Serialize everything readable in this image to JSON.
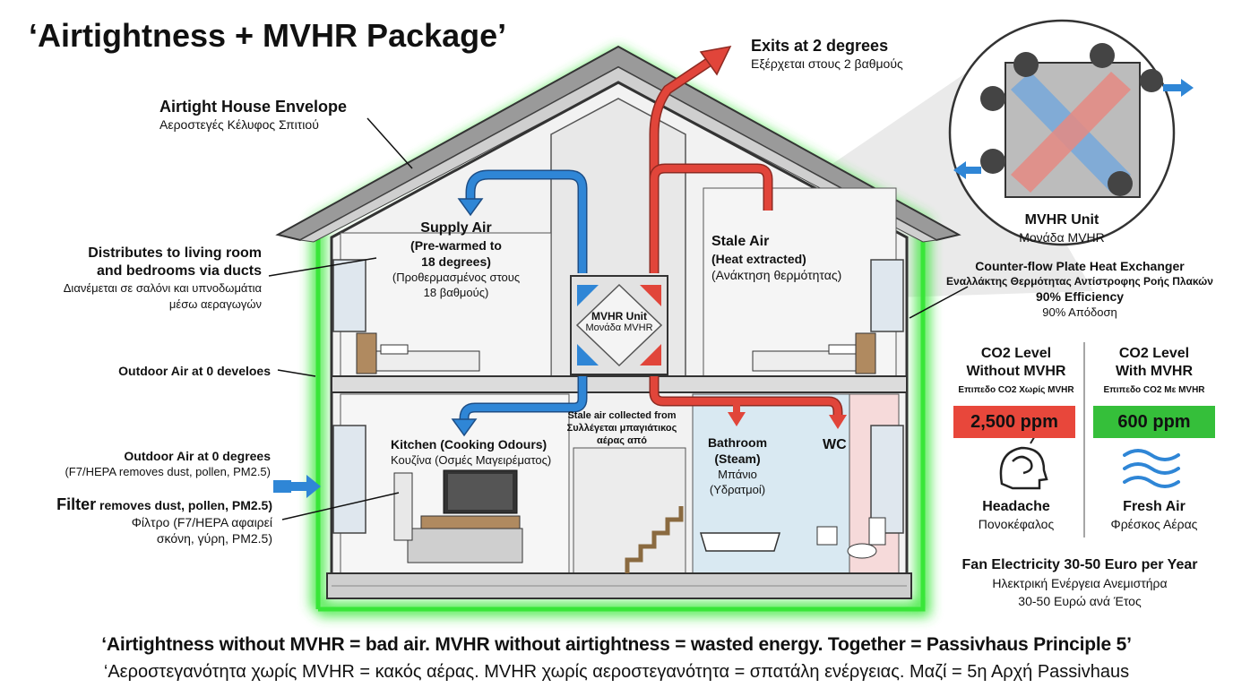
{
  "title": "‘Airtightness + MVHR Package’",
  "labels": {
    "envelope": {
      "title": "Airtight House Envelope",
      "greek": "Αεροστεγές Κέλυφος Σπιτιού"
    },
    "distributes": {
      "title1": "Distributes to living room",
      "title2": "and bedrooms via ducts",
      "greek1": "Διανέμεται σε σαλόνι και υπνοδωμάτια",
      "greek2": "μέσω αεραγωγών"
    },
    "outdoor_upper": "Outdoor Air at 0 develoes",
    "outdoor_lower": {
      "title": "Outdoor Air at 0 degrees",
      "sub": "(F7/HEPA removes dust, pollen, PM2.5)"
    },
    "filter": {
      "title": "Filter",
      "rest": " removes dust, pollen, PM2.5)",
      "greek1": "Φίλτρο (F7/HEPA αφαιρεί",
      "greek2": "σκόνη, γύρη, PM2.5)"
    },
    "exits": {
      "title": "Exits at 2 degrees",
      "greek": "Εξέρχεται στους 2 βαθμούς"
    },
    "supply": {
      "title": "Supply Air",
      "sub1": "(Pre-warmed to",
      "sub2": "18 degrees)",
      "greek1": "(Προθερμασμένος στους",
      "greek2": "18 βαθμούς)"
    },
    "stale": {
      "title": "Stale Air",
      "sub": "(Heat extracted)",
      "greek": "(Ανάκτηση θερμότητας)"
    },
    "unit_box": {
      "title": "MVHR Unit",
      "greek": "Μονάδα MVHR"
    },
    "stale_collected": {
      "line1": "Stale air collected from",
      "line2": "Συλλέγεται μπαγιάτικος",
      "line3": "αέρας από"
    },
    "kitchen": {
      "title": "Kitchen (Cooking Odours)",
      "greek": "Κουζίνα (Οσμές Μαγειρέματος)"
    },
    "bathroom": {
      "title1": "Bathroom",
      "title2": "(Steam)",
      "greek1": "Μπάνιο",
      "greek2": "(Υδρατμοί)"
    },
    "wc": "WC"
  },
  "detail": {
    "unit_title": "MVHR Unit",
    "unit_greek": "Μονάδα MVHR",
    "exchanger": "Counter-flow Plate Heat Exchanger",
    "exchanger_greek": "Εναλλάκτης Θερμότητας Αντίστροφης Ροής Πλακών",
    "efficiency": "90% Efficiency",
    "efficiency_greek": "90% Απόδοση"
  },
  "co2": {
    "without": {
      "title1": "CO2 Level",
      "title2": "Without MVHR",
      "greek": "Επιπεδο CO2 Χωρίς MVHR",
      "value": "2,500 ppm",
      "color": "#e8473b",
      "effect": "Headache",
      "effect_greek": "Πονοκέφαλος"
    },
    "with": {
      "title1": "CO2 Level",
      "title2": "With MVHR",
      "greek": "Επιπεδο CO2 Με MVHR",
      "value": "600 ppm",
      "color": "#35bf3a",
      "effect": "Fresh Air",
      "effect_greek": "Φρέσκος Αέρας"
    }
  },
  "fan": {
    "title": "Fan Electricity 30-50 Euro per Year",
    "greek1": "Ηλεκτρική Ενέργεια Ανεμιστήρα",
    "greek2": "30-50 Ευρώ ανά Έτος"
  },
  "footer": {
    "en": "‘Airtightness without MVHR = bad air. MVHR without airtightness = wasted energy. Together = Passivhaus Principle 5’",
    "gr": "‘Αεροστεγανότητα χωρίς MVHR = κακός αέρας. MVHR χωρίς αεροστεγανότητα = σπατάλη ενέργειας. Μαζί = 5η Αρχή Passivhaus"
  },
  "colors": {
    "supply": "#2f86d6",
    "extract": "#e1453a",
    "envelope_glow": "#3be83b",
    "roof": "#8f8f8f"
  }
}
